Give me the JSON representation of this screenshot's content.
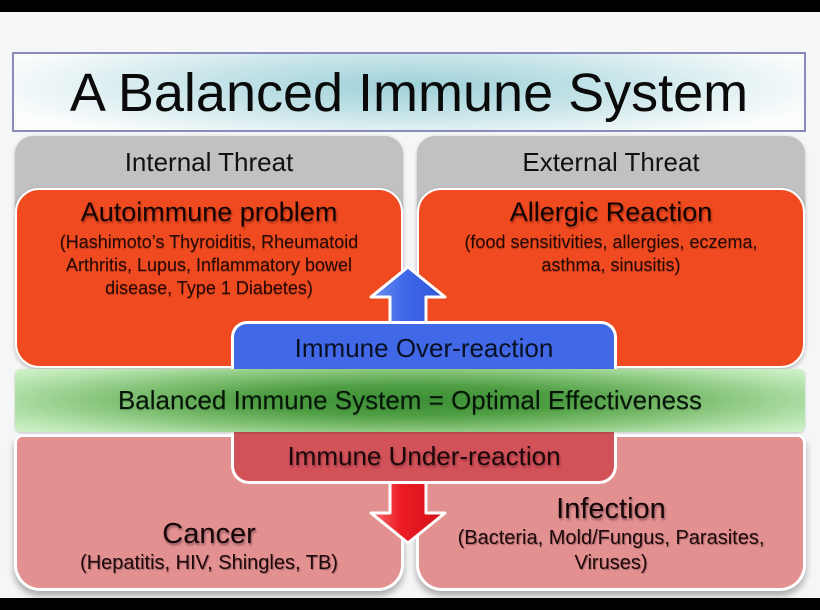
{
  "title": {
    "text": "A Balanced Immune System"
  },
  "columns": {
    "internal": {
      "header": "Internal Threat",
      "threat_heading": "Autoimmune problem",
      "threat_detail": "(Hashimoto’s Thyroiditis, Rheumatoid Arthritis, Lupus, Inflammatory bowel disease, Type 1 Diabetes)",
      "outcome_heading": "Cancer",
      "outcome_detail": "(Hepatitis, HIV, Shingles, TB)"
    },
    "external": {
      "header": "External Threat",
      "threat_heading": "Allergic Reaction",
      "threat_detail": "(food sensitivities, allergies, eczema, asthma, sinusitis)",
      "outcome_heading": "Infection",
      "outcome_detail": "(Bacteria, Mold/Fungus, Parasites, Viruses)"
    }
  },
  "center": {
    "over_reaction": "Immune Over-reaction",
    "balance": "Balanced Immune System = Optimal Effectiveness",
    "under_reaction": "Immune Under-reaction"
  },
  "colors": {
    "threat_orange": "#f04b20",
    "header_gray": "#c1c1c1",
    "over_reaction_blue": "#4168e6",
    "balance_green_center": "#3c8f35",
    "balance_green_edge": "#ccefc5",
    "under_reaction_red": "#d2525a",
    "outcome_pink": "#e29190",
    "arrow_up_blue": "#3f68e8",
    "arrow_down_red": "#ec1c24",
    "title_teal": "#9fd0d8",
    "title_border_purple": "#8a8abd",
    "slide_background": "#f5f6f7",
    "letterbox_black": "#000000"
  }
}
